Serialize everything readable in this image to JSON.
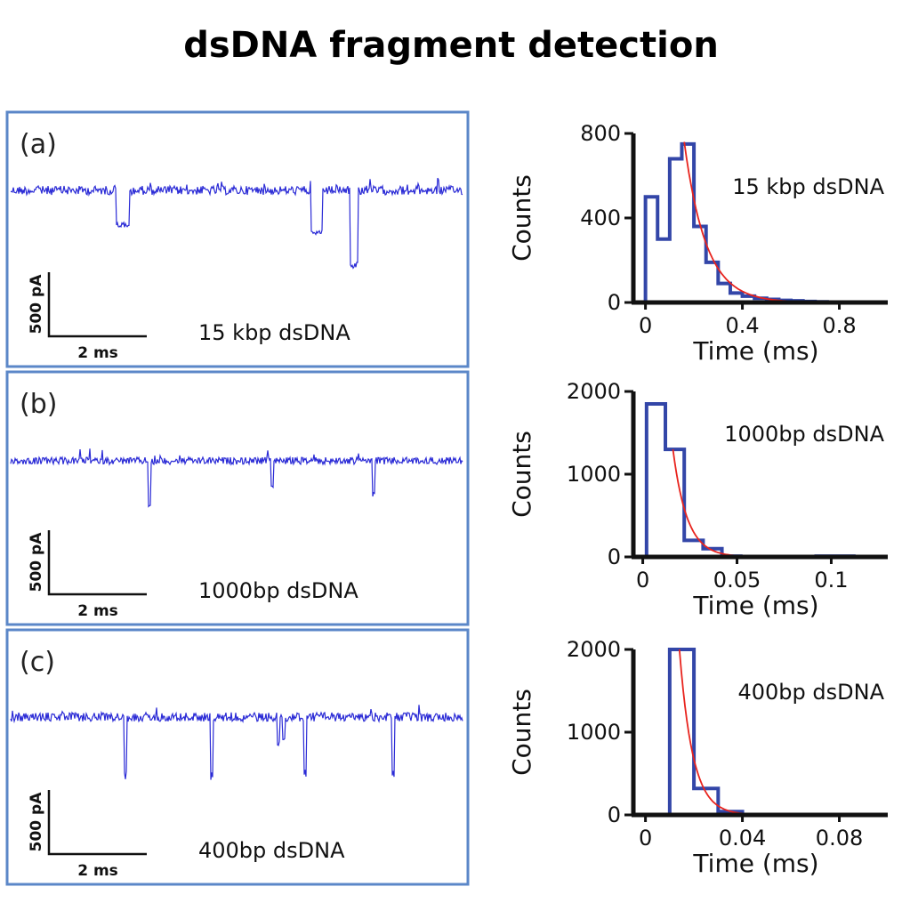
{
  "title": "dsDNA fragment detection",
  "colors": {
    "frame": "#5b87c8",
    "trace": "#2b2bd6",
    "hist": "#3346a8",
    "fit": "#e8241e",
    "axis": "#111111"
  },
  "panels": [
    {
      "label": "(a)",
      "trace_label": "15 kbp dsDNA",
      "scale_current": "500 pA",
      "scale_time": "2 ms",
      "chart_data": {
        "type": "bar",
        "xlabel": "Time (ms)",
        "ylabel": "Counts",
        "annotation": "15 kbp dsDNA",
        "xlim": [
          -0.05,
          1.0
        ],
        "ylim": [
          0,
          800
        ],
        "xticks": [
          0,
          0.4,
          0.8
        ],
        "xtick_labels": [
          "0",
          "0.4",
          "0.8"
        ],
        "yticks": [
          0,
          400,
          800
        ],
        "ytick_labels": [
          "0",
          "400",
          "800"
        ],
        "bin_edges": [
          0.0,
          0.05,
          0.1,
          0.15,
          0.2,
          0.25,
          0.3,
          0.35,
          0.4,
          0.45,
          0.5,
          0.55,
          0.6,
          0.65,
          0.7,
          0.75
        ],
        "counts": [
          500,
          300,
          680,
          750,
          360,
          190,
          90,
          45,
          30,
          20,
          15,
          10,
          8,
          5,
          3
        ],
        "fit": {
          "x0": 0.16,
          "x1": 0.93,
          "amplitude": 760,
          "decay": 0.09
        }
      }
    },
    {
      "label": "(b)",
      "trace_label": "1000bp dsDNA",
      "scale_current": "500 pA",
      "scale_time": "2 ms",
      "chart_data": {
        "type": "bar",
        "xlabel": "Time (ms)",
        "ylabel": "Counts",
        "annotation": "1000bp dsDNA",
        "xlim": [
          -0.005,
          0.13
        ],
        "ylim": [
          0,
          2000
        ],
        "xticks": [
          0,
          0.05,
          0.1
        ],
        "xtick_labels": [
          "0",
          "0.05",
          "0.1"
        ],
        "yticks": [
          0,
          1000,
          2000
        ],
        "ytick_labels": [
          "0",
          "1000",
          "2000"
        ],
        "bin_edges": [
          0.002,
          0.012,
          0.022,
          0.032,
          0.042,
          0.052,
          0.062,
          0.072,
          0.082,
          0.092,
          0.102,
          0.112,
          0.122
        ],
        "counts": [
          1850,
          1300,
          200,
          100,
          10,
          5,
          3,
          2,
          2,
          10,
          10,
          5
        ],
        "fit": {
          "x0": 0.016,
          "x1": 0.088,
          "amplitude": 1300,
          "decay": 0.0075
        }
      }
    },
    {
      "label": "(c)",
      "trace_label": "400bp dsDNA",
      "scale_current": "500 pA",
      "scale_time": "2 ms",
      "chart_data": {
        "type": "bar",
        "xlabel": "Time (ms)",
        "ylabel": "Counts",
        "annotation": "400bp dsDNA",
        "xlim": [
          -0.005,
          0.1
        ],
        "ylim": [
          0,
          2000
        ],
        "xticks": [
          0,
          0.04,
          0.08
        ],
        "xtick_labels": [
          "0",
          "0.04",
          "0.08"
        ],
        "yticks": [
          0,
          1000,
          2000
        ],
        "ytick_labels": [
          "0",
          "1000",
          "2000"
        ],
        "bin_edges": [
          0.01,
          0.02,
          0.03,
          0.04,
          0.05
        ],
        "counts": [
          2000,
          320,
          40,
          5
        ],
        "fit": {
          "x0": 0.014,
          "x1": 0.076,
          "amplitude": 2000,
          "decay": 0.0055
        }
      }
    }
  ]
}
